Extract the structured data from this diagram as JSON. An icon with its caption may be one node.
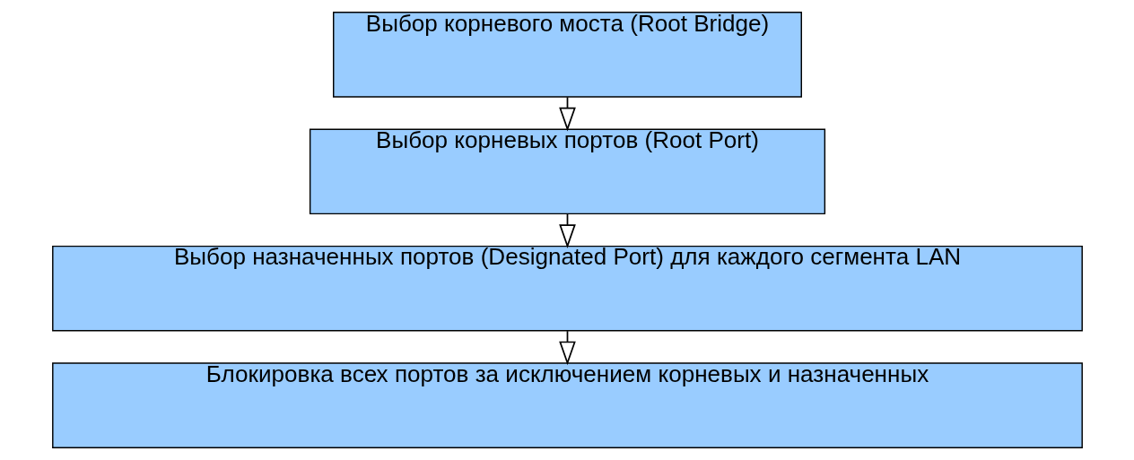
{
  "diagram": {
    "nodes": [
      {
        "text": [
          "Выбор корневого моста (Root Bridge)"
        ]
      },
      {
        "text": [
          "Выбор корневых портов (Root Port)"
        ]
      },
      {
        "text": [
          "Выбор назначенных портов (Designated Port) для каждого сегмента LAN"
        ]
      },
      {
        "text": [
          "Блокировка всех портов за исключением корневых и назначенных"
        ]
      }
    ],
    "edges": [
      {
        "from": 0,
        "to": 1,
        "arrow": "to"
      },
      {
        "from": 1,
        "to": 2,
        "arrow": "to"
      },
      {
        "from": 2,
        "to": 3,
        "arrow": "to"
      }
    ]
  }
}
